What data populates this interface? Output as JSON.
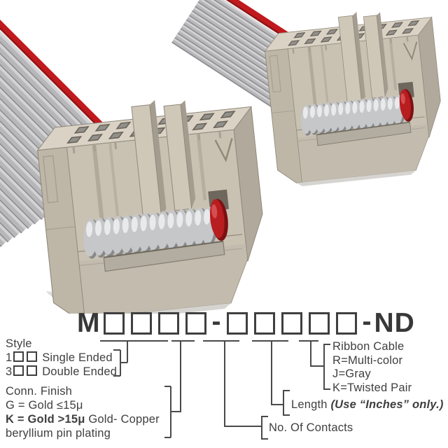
{
  "photo": {
    "alt": "Two beige IDC ribbon-cable socket connectors joined by gray ribbon cable with red edge stripe",
    "colors": {
      "cable_gray": "#b7b7ba",
      "cable_highlight": "#d3d3d5",
      "cable_shadow": "#8b8b8e",
      "stripe_red": "#c01a1e",
      "stripe_red_dark": "#8f1114",
      "body": "#c9c2b3",
      "body_top": "#dad3c5",
      "body_side": "#b1aa9c",
      "end_cap": "#beb7a8",
      "outline": "#8f897c",
      "hole_wall": "#6a635a",
      "hole_fill": "#92908a",
      "tab": "#cfc8b9",
      "tab_shade": "#a49d8f",
      "coil": "#c6c7c9",
      "coil_shade": "#87888b",
      "coil_highlight": "#e9eaec",
      "coil_red": "#b81d20",
      "coil_red_dark": "#7c1012",
      "slot": "#b3aca0"
    }
  },
  "part_number": {
    "prefix": "M",
    "group1_boxes": 4,
    "separator": "-",
    "group2_boxes": 5,
    "separator2": "-",
    "suffix": "ND"
  },
  "diagram": {
    "style": {
      "title": "Style",
      "options": [
        {
          "code": "1",
          "label": "Single Ended"
        },
        {
          "code": "3",
          "label": "Double Ended"
        }
      ]
    },
    "conn_finish": {
      "title": "Conn. Finish",
      "line1": "G = Gold ≤15μ",
      "line2_bold": "K = Gold >15μ",
      "line2_rest": " Gold- Copper",
      "line3": "beryllium pin plating"
    },
    "ribbon_cable": {
      "title": "Ribbon Cable",
      "options": [
        "R=Multi-color",
        "J=Gray",
        "K=Twisted Pair"
      ]
    },
    "length": {
      "label": "Length ",
      "note": "(Use “Inches” only.)"
    },
    "contacts": {
      "label": "No. Of Contacts"
    }
  }
}
